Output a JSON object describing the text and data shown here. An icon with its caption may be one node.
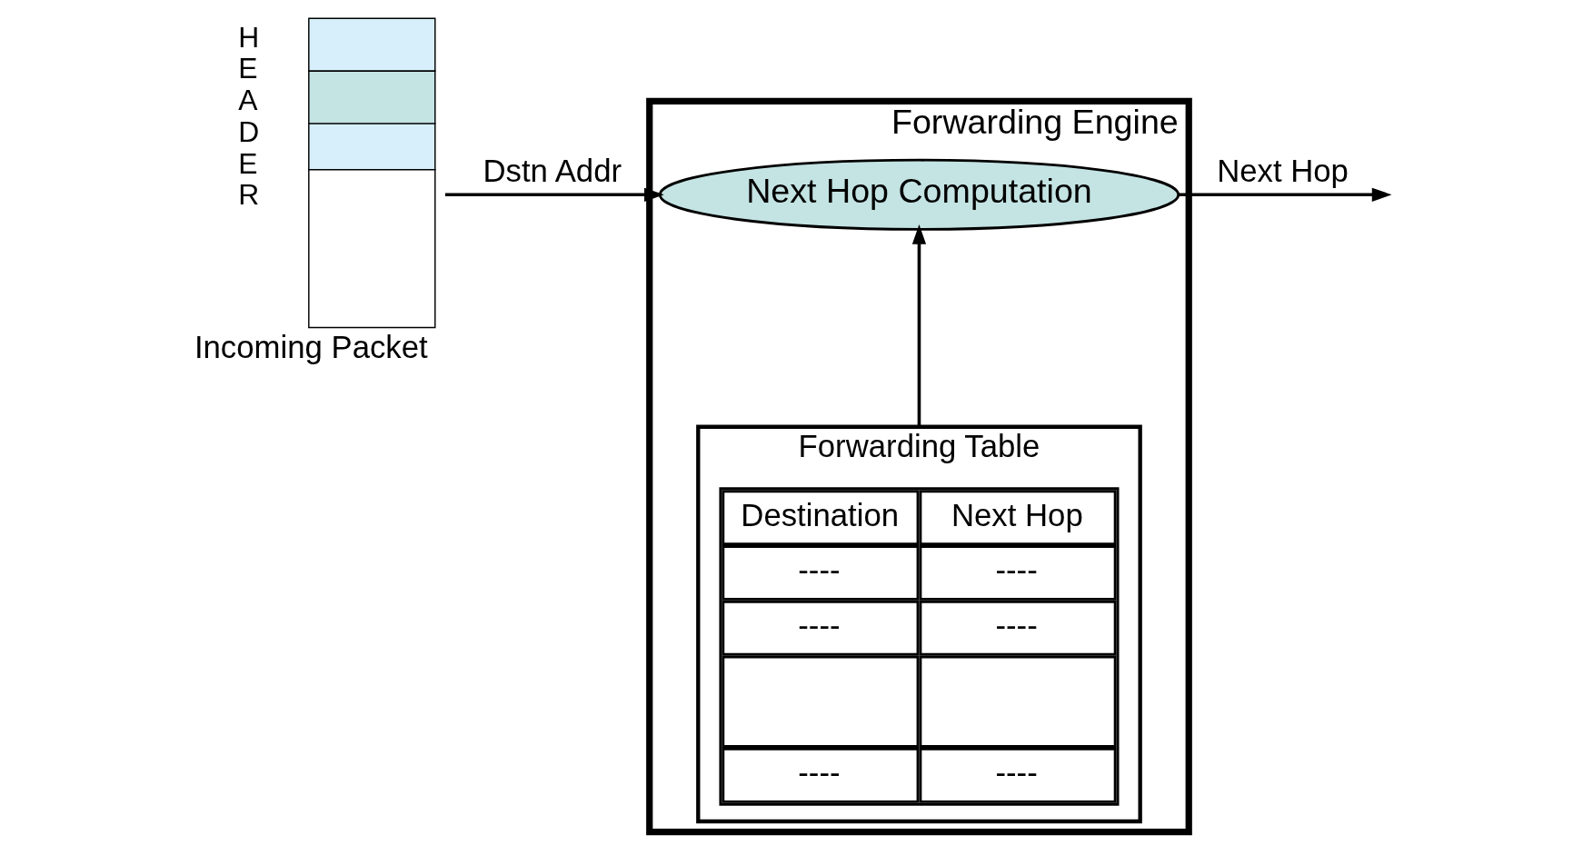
{
  "diagram": {
    "nodes": [
      {
        "text": [],
        "shape": "bar",
        "beside": [
          "HEADER",
          "Incoming Packet"
        ]
      },
      {
        "text": [
          "Forwarding Engine"
        ]
      },
      {
        "text": [
          "Next Hop Computation"
        ],
        "in": 1
      },
      {
        "text": [
          "Forwarding Table"
        ],
        "in": 1
      }
    ],
    "edges": [
      {
        "from": 0,
        "to": 2,
        "arrow": "to",
        "label": "Dstn Addr"
      },
      {
        "from": 2,
        "to": null,
        "arrow": "to",
        "label": "Next Hop"
      },
      {
        "from": 3,
        "to": 2,
        "arrow": "to"
      }
    ],
    "labels": [
      "Destination",
      "Next Hop",
      "----",
      "----",
      "----",
      "----",
      "----",
      "----"
    ]
  }
}
